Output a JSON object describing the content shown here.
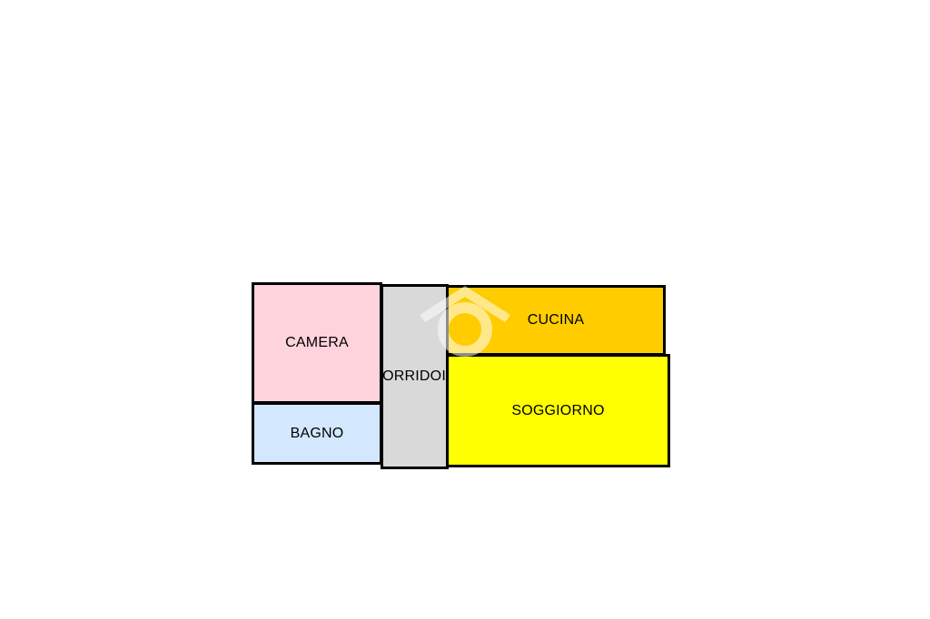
{
  "floorplan": {
    "rooms": {
      "camera": {
        "label": "CAMERA",
        "color": "#ffd3dc"
      },
      "bagno": {
        "label": "BAGNO",
        "color": "#d3e8ff"
      },
      "corridoio": {
        "label": "CORRIDOIO",
        "color": "#d9d9d9"
      },
      "cucina": {
        "label": "CUCINA",
        "color": "#ffcc00"
      },
      "soggiorno": {
        "label": "SOGGIORNO",
        "color": "#ffff00"
      }
    },
    "wall_color": "#000000",
    "watermark_icon": "house-logo-icon"
  }
}
